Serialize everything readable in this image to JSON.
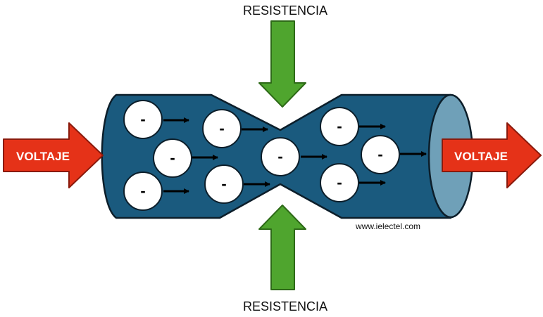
{
  "top_label": "RESISTENCIA",
  "bottom_label": "RESISTENCIA",
  "left_arrow_label": "VOLTAJE",
  "right_arrow_label": "VOLTAJE",
  "watermark": "www.ielectel.com",
  "electron_symbol": "-",
  "electron_count": 9,
  "colors": {
    "pipe": "#1a5a7e",
    "pipe_end": "#6fa0b8",
    "resistance_arrow": "#4fa52e",
    "voltage_arrow": "#e53218",
    "electron": "#ffffff",
    "flow_arrow": "#000000"
  },
  "icons": {
    "resistance": "down-arrow-icon / up-arrow-icon",
    "voltage": "right-arrow-icon",
    "electron": "electron-icon",
    "flow": "flow-arrow-icon"
  }
}
